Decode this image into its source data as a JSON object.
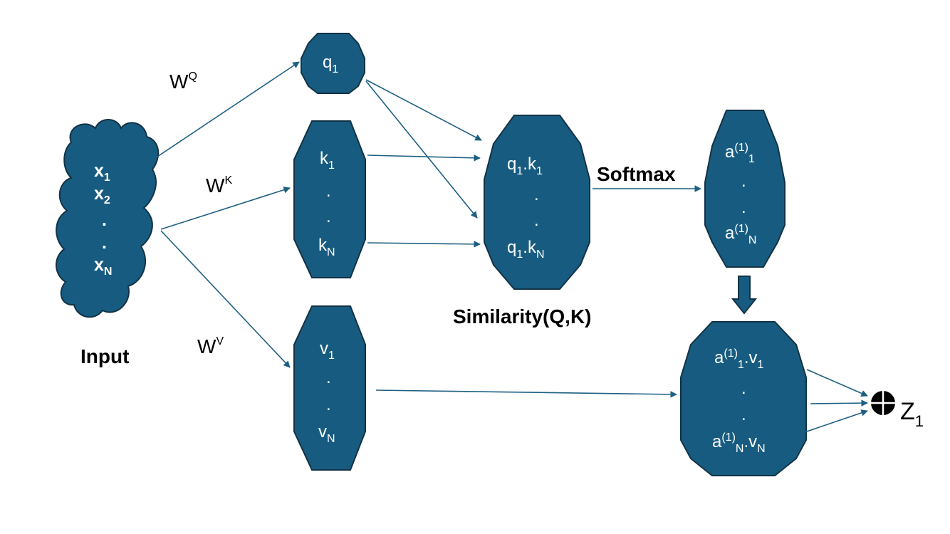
{
  "labels": {
    "input": "Input",
    "softmax": "Softmax",
    "similarity": "Similarity(Q,K)",
    "output_var": "Z",
    "output_sub": "1"
  },
  "weights": {
    "wq": {
      "base": "W",
      "sup": "Q"
    },
    "wk": {
      "base": "W",
      "sup": "K"
    },
    "wv": {
      "base": "W",
      "sup": "V"
    }
  },
  "input_node": {
    "x1": "x",
    "x1_sub": "1",
    "x2": "x",
    "x2_sub": "2",
    "dots": ".",
    "xn": "x",
    "xn_sub": "N"
  },
  "q_node": {
    "q": "q",
    "q_sub": "1"
  },
  "k_node": {
    "k1": "k",
    "k1_sub": "1",
    "dots": ".",
    "kn": "k",
    "kn_sub": "N"
  },
  "v_node": {
    "v1": "v",
    "v1_sub": "1",
    "dots": ".",
    "vn": "v",
    "vn_sub": "N"
  },
  "sim_node": {
    "q": "q",
    "q_sub": "1",
    "dot_op": ".",
    "k1": "k",
    "k1_sub": "1",
    "kn": "k",
    "kn_sub": "N",
    "dots": "."
  },
  "attn_node": {
    "a": "a",
    "sup": "(1)",
    "sub1": "1",
    "subn": "N",
    "dots": "."
  },
  "weighted_node": {
    "a": "a",
    "sup": "(1)",
    "sub1": "1",
    "subn": "N",
    "dot_op": ".",
    "v": "v",
    "v_sub1": "1",
    "v_subn": "N",
    "dots": "."
  },
  "colors": {
    "node_fill": "#175C80",
    "node_stroke": "#123245",
    "arrow": "#1E5F82"
  }
}
